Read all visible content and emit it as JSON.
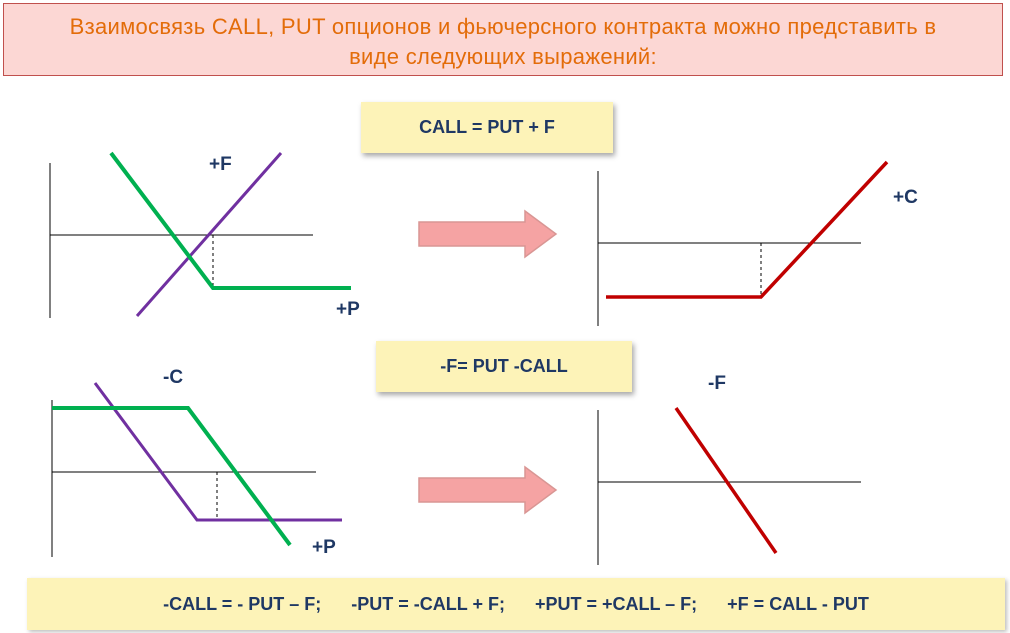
{
  "title": "Взаимосвязь CALL, PUT опционов и фьючерсного контракта можно представить в виде следующих выражений:",
  "formulas": {
    "top": "CALL = PUT + F",
    "middle": "-F= PUT -CALL"
  },
  "bottom": [
    "-CALL = - PUT – F;",
    "-PUT = -CALL + F;",
    "+PUT = +CALL – F;",
    "+F = CALL - PUT"
  ],
  "labels": {
    "top_left_f": "+F",
    "top_left_p": "+P",
    "top_right_c": "+C",
    "bottom_left_c": "-C",
    "bottom_left_p": "+P",
    "bottom_right_f": "-F"
  },
  "colors": {
    "green": "#00b050",
    "purple": "#7030a0",
    "red": "#c00000",
    "arrow_fill": "#f5a3a3",
    "arrow_stroke": "#d99694",
    "title_bg": "#fcd7d4",
    "title_text": "#e36c09",
    "formula_bg": "#fdf3b8",
    "formula_text": "#1f3864"
  }
}
